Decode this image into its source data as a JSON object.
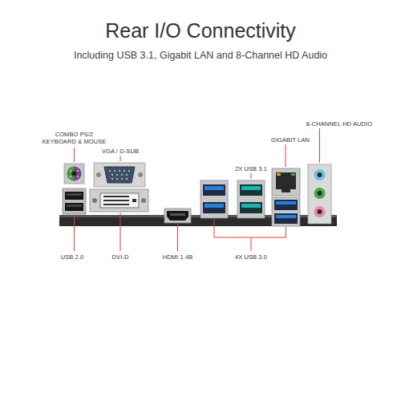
{
  "diagram": {
    "title": "Rear I/O Connectivity",
    "caption": "Including USB 3.1, Gigabit LAN and 8-Channel HD Audio",
    "labels": [
      "COMBO PS/2 KEYBOARD & MOUSE",
      "VGA / D-SUB",
      "2X USB 3.1",
      "GIGABIT LAN",
      "8-CHANNEL HD AUDIO",
      "USB 2.0",
      "DVI-D",
      "HDMI 1.4B",
      "4X USB 3.0"
    ]
  }
}
